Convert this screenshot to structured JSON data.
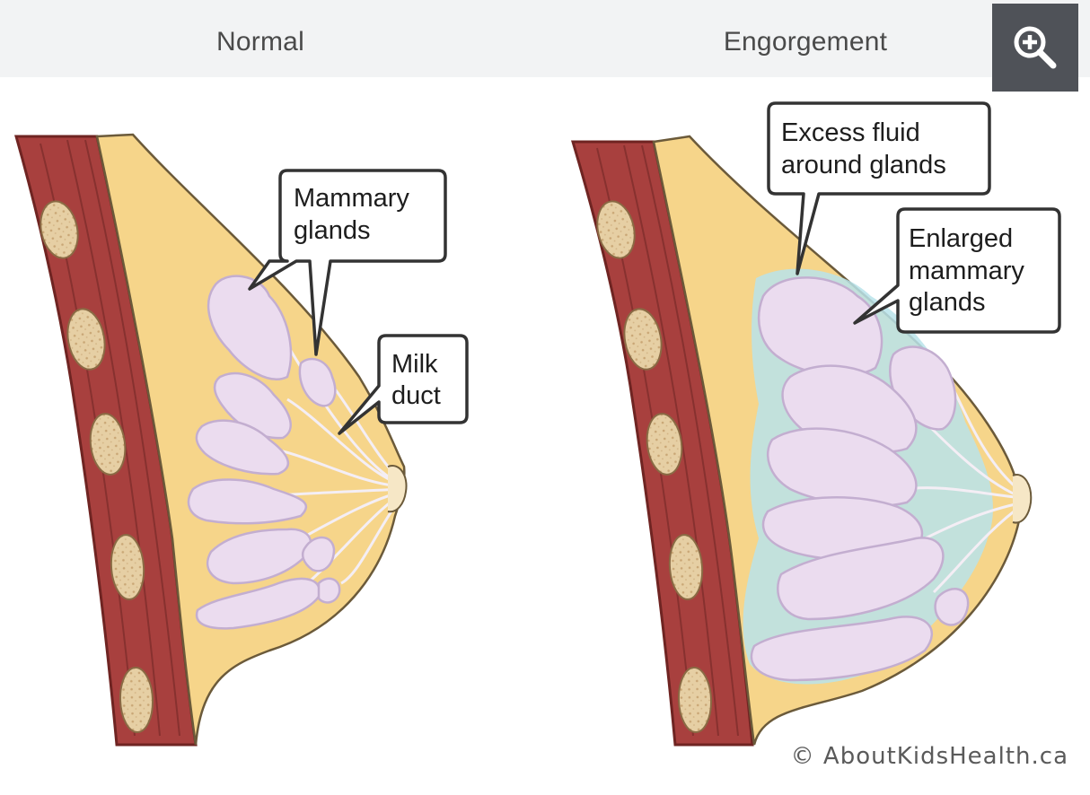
{
  "header": {
    "left_title": "Normal",
    "right_title": "Engorgement"
  },
  "toolbar": {
    "zoom_icon": "zoom-in-icon"
  },
  "normal": {
    "labels": {
      "mammary_glands": [
        "Mammary",
        "glands"
      ],
      "milk_duct": [
        "Milk",
        "duct"
      ]
    }
  },
  "engorgement": {
    "labels": {
      "excess_fluid": [
        "Excess fluid",
        "around glands"
      ],
      "enlarged_glands": [
        "Enlarged",
        "mammary",
        "glands"
      ]
    }
  },
  "credit": "© AboutKidsHealth.ca",
  "colors": {
    "muscle": "#a8403e",
    "muscle_dark": "#7a2b2a",
    "fat": "#f6d58a",
    "gland": "#ebdcef",
    "gland_outline": "#c3aed0",
    "fluid": "#b9e3ea",
    "rib": "#e3c99d",
    "header_bg": "#f2f3f4",
    "zoom_bg": "#4f5258"
  }
}
